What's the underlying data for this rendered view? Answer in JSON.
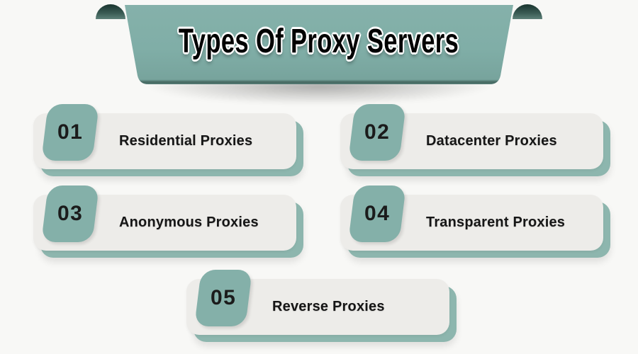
{
  "banner": {
    "title": "Types Of Proxy Servers"
  },
  "items": [
    {
      "number": "01",
      "label": "Residential Proxies"
    },
    {
      "number": "02",
      "label": "Datacenter Proxies"
    },
    {
      "number": "03",
      "label": "Anonymous Proxies"
    },
    {
      "number": "04",
      "label": "Transparent Proxies"
    },
    {
      "number": "05",
      "label": "Reverse Proxies"
    }
  ],
  "colors": {
    "teal": "#80aea7",
    "teal_badge": "#84b0a9",
    "teal_dark": "#203c36",
    "card_bg": "#edece9",
    "card_shadow": "#8db6ae",
    "page_bg": "#f8f8f6",
    "text": "#161616"
  }
}
